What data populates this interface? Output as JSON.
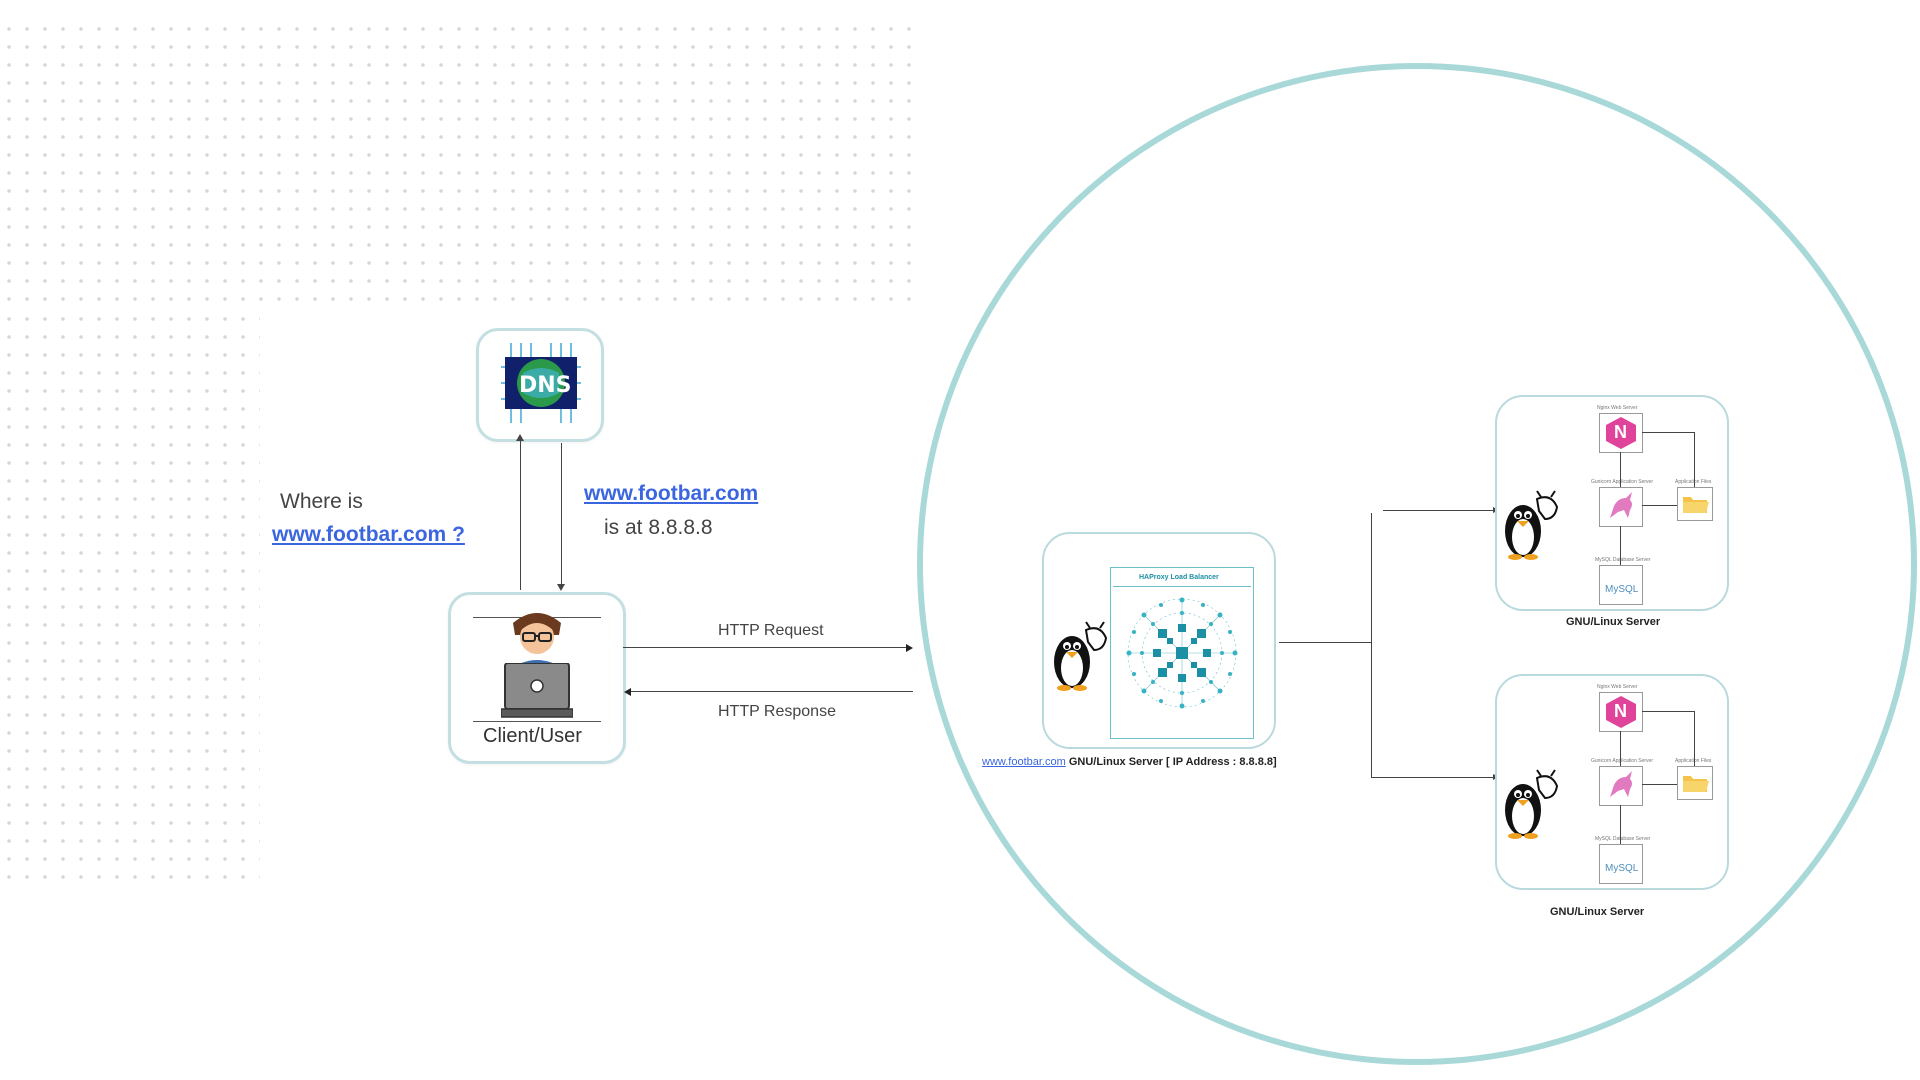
{
  "dns": {
    "label": "DNS"
  },
  "query": {
    "line1": "Where is",
    "link": "www.footbar.com ?"
  },
  "answer": {
    "link": "www.footbar.com",
    "line2": "is at 8.8.8.8"
  },
  "client": {
    "label": "Client/User"
  },
  "http": {
    "request": "HTTP Request",
    "response": "HTTP Response"
  },
  "load_balancer": {
    "title": "HAProxy Load Balancer",
    "caption_link": "www.footbar.com",
    "caption_text": "GNU/Linux Server [ IP Address : 8.8.8.8]"
  },
  "servers": [
    {
      "label": "GNU/Linux Server",
      "web_label": "Nginx Web Server",
      "app_label": "Gunicorn Application Server",
      "files_label": "Application Files",
      "db_label": "MySQL Database Server",
      "db_logo": "MySQL",
      "nginx_letter": "N"
    },
    {
      "label": "GNU/Linux Server",
      "web_label": "Nginx Web Server",
      "app_label": "Gunicorn Application Server",
      "files_label": "Application Files",
      "db_label": "MySQL Database Server",
      "db_logo": "MySQL",
      "nginx_letter": "N"
    }
  ],
  "colors": {
    "circle": "#a8d8d8",
    "link": "#3b66e0",
    "nginx": "#e0449a",
    "teal": "#1b8fa3"
  }
}
